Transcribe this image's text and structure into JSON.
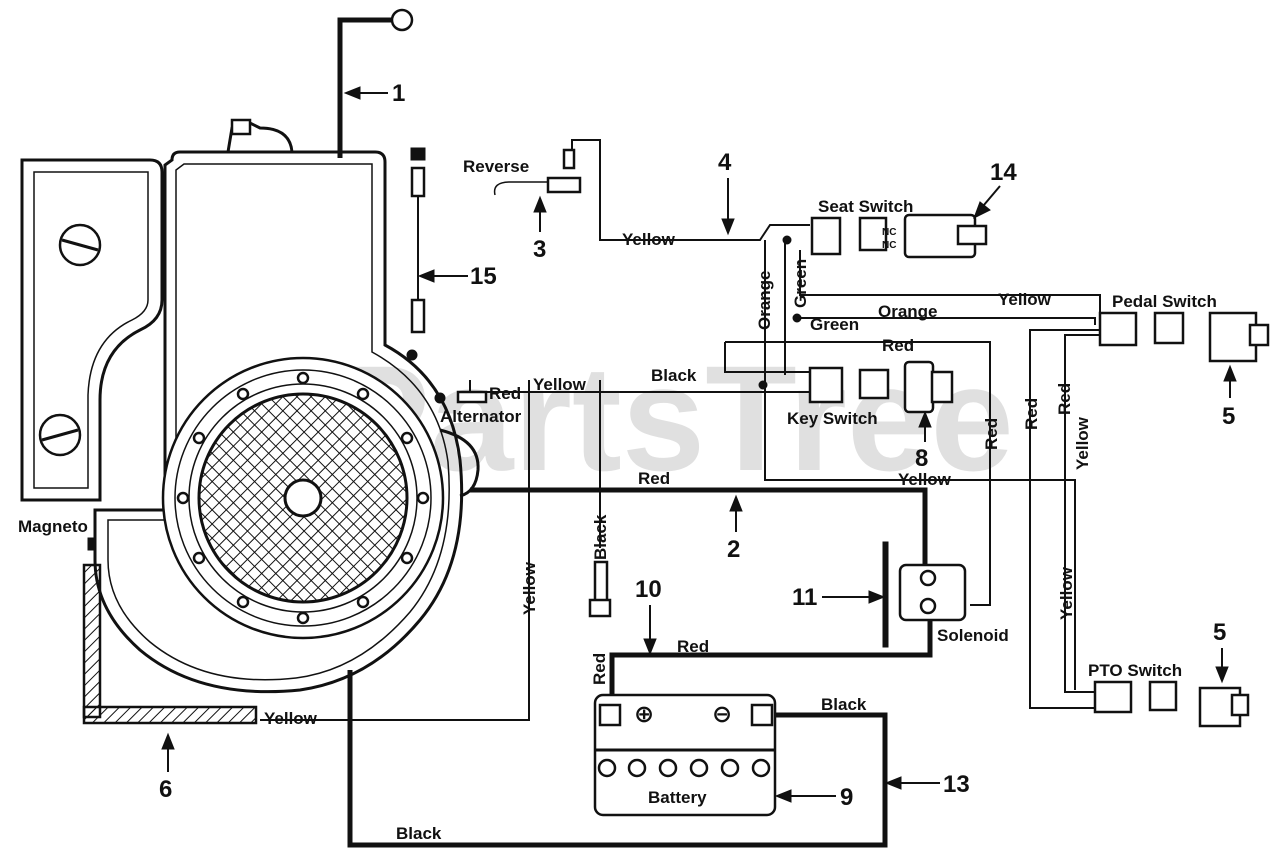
{
  "watermark": "PartsTree",
  "labels": {
    "reverse": "Reverse",
    "seat_switch": "Seat Switch",
    "pedal_switch": "Pedal Switch",
    "key_switch": "Key Switch",
    "alternator": "Alternator",
    "magneto": "Magneto",
    "solenoid": "Solenoid",
    "pto_switch": "PTO Switch",
    "battery": "Battery",
    "nc": "NC"
  },
  "wires": {
    "yellow": "Yellow",
    "orange": "Orange",
    "green": "Green",
    "red": "Red",
    "black": "Black"
  },
  "callouts": [
    "1",
    "2",
    "3",
    "4",
    "5",
    "6",
    "8",
    "9",
    "10",
    "11",
    "13",
    "14",
    "15"
  ],
  "battery_terminals": {
    "positive": "⊕",
    "negative": "⊖"
  }
}
